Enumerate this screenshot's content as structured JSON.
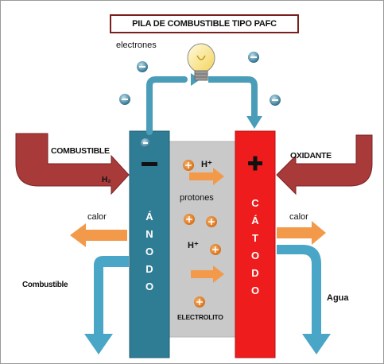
{
  "title": "PILA DE COMBUSTIBLE TIPO PAFC",
  "labels": {
    "electrones": "electrones",
    "combustible_in": "COMBUSTIBLE",
    "h2": "H₂",
    "oxidante": "OXIDANTE",
    "calor_left": "calor",
    "calor_right": "calor",
    "combustible_out": "Combustible",
    "agua": "Agua",
    "anodo_letters": [
      "Á",
      "N",
      "O",
      "D",
      "O"
    ],
    "catodo_letters": [
      "C",
      "Á",
      "T",
      "O",
      "D",
      "O"
    ],
    "h_plus_1": "H⁺",
    "protones": "protones",
    "h_plus_2": "H⁺",
    "electrolito": "ELECTROLITO",
    "anode_sign": "−",
    "cathode_sign": "+"
  },
  "colors": {
    "anode": "#2f7d95",
    "cathode": "#ee1c1c",
    "electrolyte": "#c9c9c9",
    "fuel_arrow": "#a83a3a",
    "water_arrow": "#4aa6c6",
    "heat_arrow": "#f39a4a",
    "proton": "#f08a2a"
  }
}
